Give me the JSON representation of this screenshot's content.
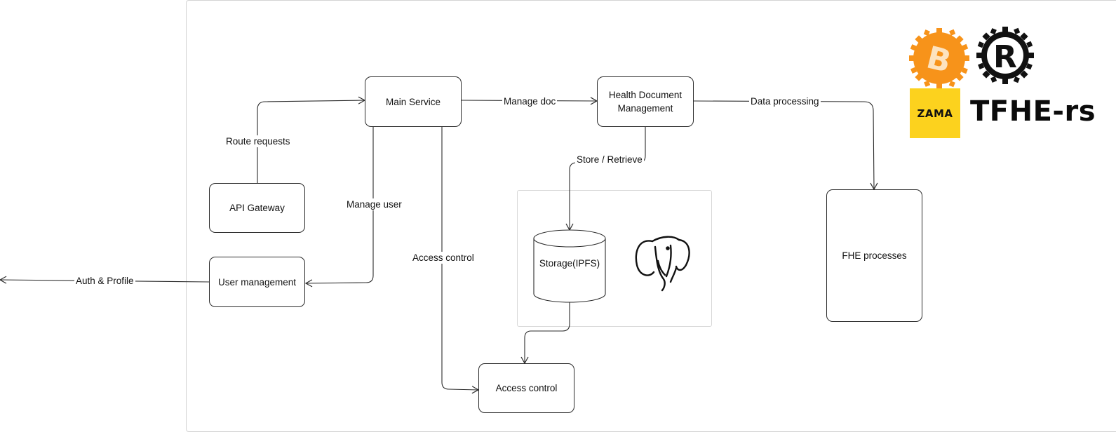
{
  "nodes": {
    "api_gateway": "API Gateway",
    "main_service": "Main Service",
    "health_doc_line1": "Health Document",
    "health_doc_line2": "Management",
    "user_management": "User management",
    "access_control": "Access control",
    "storage": "Storage(IPFS)",
    "fhe_processes": "FHE processes"
  },
  "edges": {
    "route_requests": "Route requests",
    "manage_doc": "Manage doc",
    "data_processing": "Data processing",
    "store_retrieve": "Store / Retrieve",
    "manage_user": "Manage user",
    "access_control": "Access control",
    "auth_profile": "Auth & Profile"
  },
  "logos": {
    "zama": "ZAMA",
    "tfhe": "TFHE-rs",
    "bitcoin_icon": "bitcoin-gear-icon",
    "rust_icon": "rust-gear-icon",
    "postgres_icon": "postgresql-elephant-icon"
  },
  "colors": {
    "stroke": "#2b2b2b",
    "bitcoin_orange": "#f7931a",
    "zama_yellow": "#fcd21e"
  }
}
